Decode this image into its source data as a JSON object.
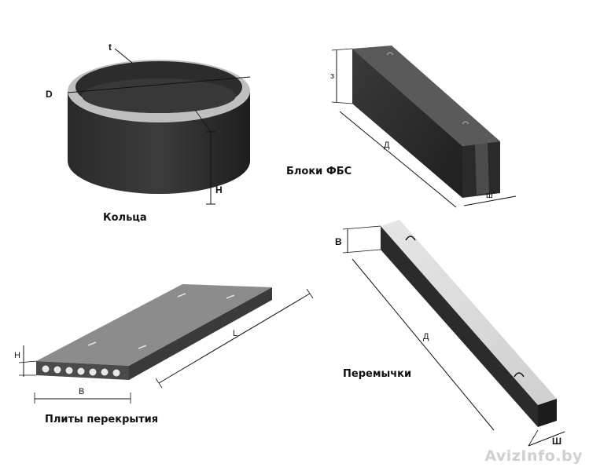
{
  "labels": {
    "rings": "Кольца",
    "fbs_blocks": "Блоки ФБС",
    "lintels": "Перемычки",
    "floor_slabs": "Плиты перекрытия"
  },
  "dimensions": {
    "ring_thickness": "t",
    "ring_diameter": "D",
    "ring_height": "H",
    "block_height": "з",
    "block_length": "Д",
    "block_width": "ш",
    "lintel_height": "В",
    "lintel_length": "Д",
    "lintel_width": "Ш",
    "slab_height": "Н",
    "slab_length": "L",
    "slab_width": "В"
  },
  "watermark": "AvizInfo.by"
}
